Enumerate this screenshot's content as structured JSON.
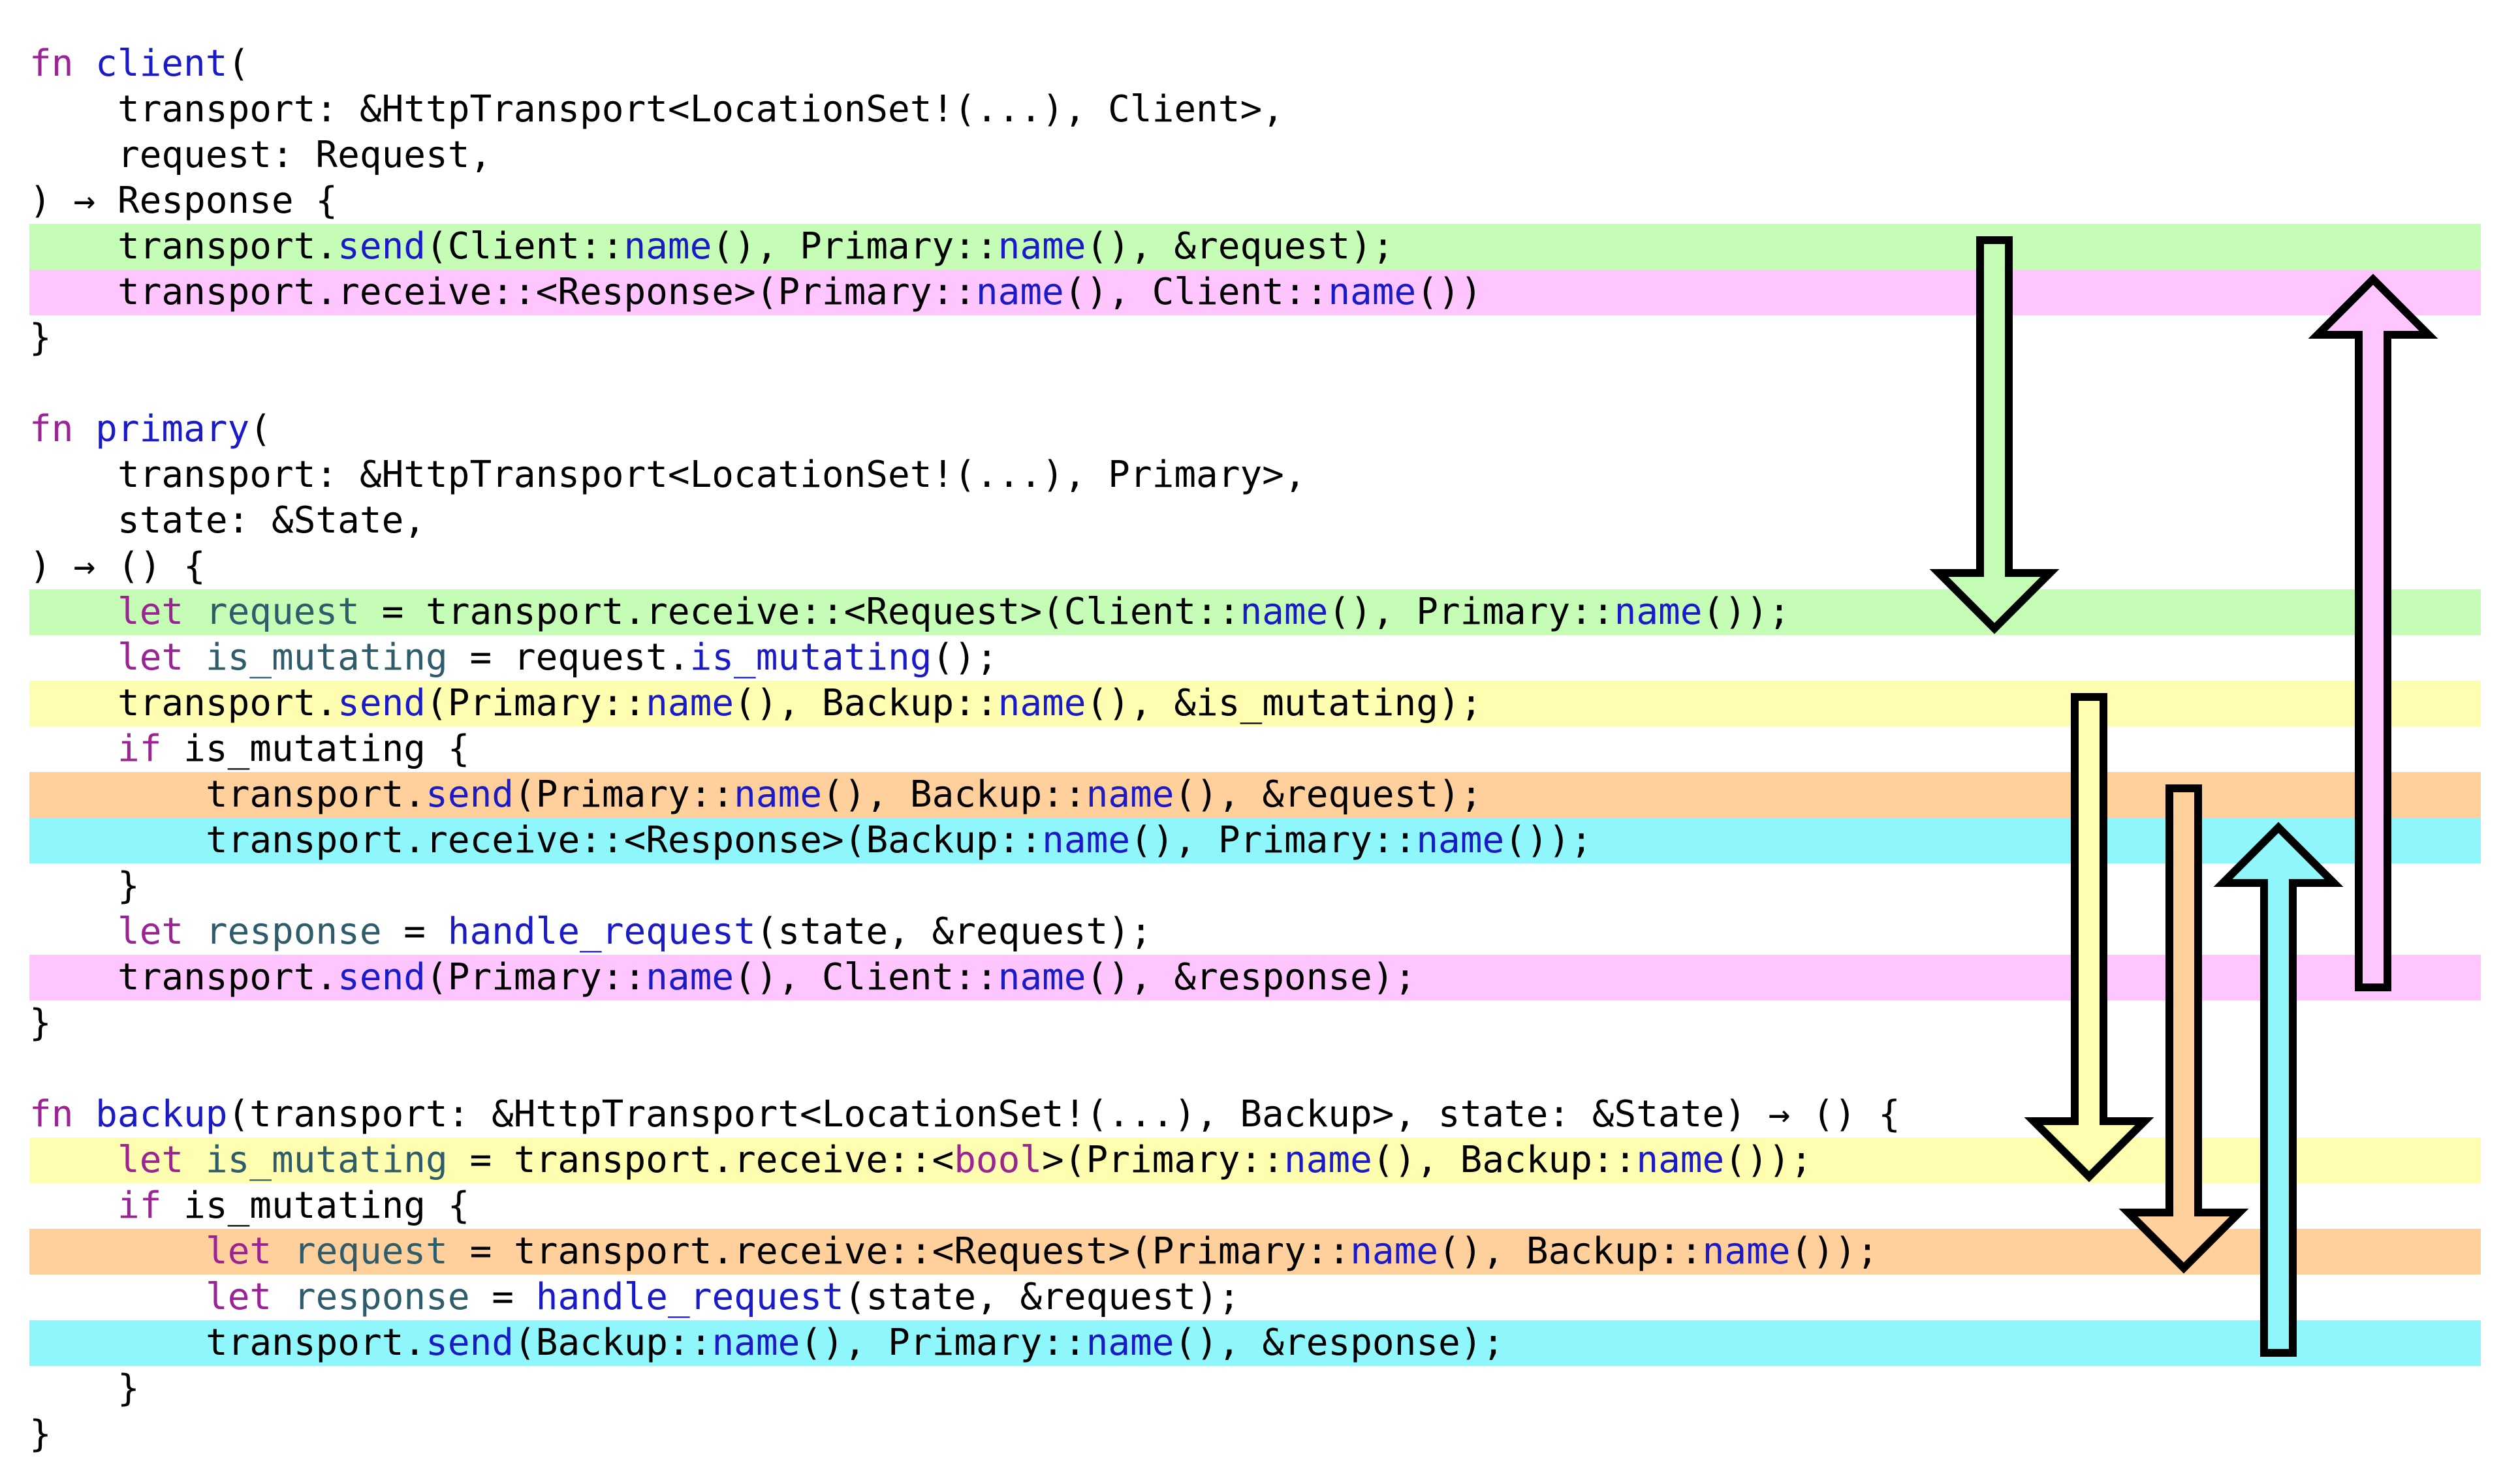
{
  "colors": {
    "keyword": "#9b2393",
    "function": "#1a1ac8",
    "variable": "#2f5c6a",
    "plain": "#000000",
    "highlight_green": "#c5fdb7",
    "highlight_pink": "#ffc5ff",
    "highlight_yellow": "#fffeb0",
    "highlight_orange": "#ffcf9c",
    "highlight_cyan": "#8ff6fb"
  },
  "lines": [
    {
      "indent": 0,
      "bg": "",
      "tokens": [
        [
          "kw",
          "fn "
        ],
        [
          "fn",
          "client"
        ],
        [
          "p",
          "("
        ]
      ]
    },
    {
      "indent": 1,
      "bg": "",
      "tokens": [
        [
          "p",
          "transport: &HttpTransport<LocationSet!(...), Client>,"
        ]
      ]
    },
    {
      "indent": 1,
      "bg": "",
      "tokens": [
        [
          "p",
          "request: Request,"
        ]
      ]
    },
    {
      "indent": 0,
      "bg": "",
      "tokens": [
        [
          "p",
          ") → Response {"
        ]
      ]
    },
    {
      "indent": 1,
      "bg": "green",
      "tokens": [
        [
          "p",
          "transport."
        ],
        [
          "fn",
          "send"
        ],
        [
          "p",
          "(Client::"
        ],
        [
          "fn",
          "name"
        ],
        [
          "p",
          "(), Primary::"
        ],
        [
          "fn",
          "name"
        ],
        [
          "p",
          "(), &request);"
        ]
      ]
    },
    {
      "indent": 1,
      "bg": "pink",
      "tokens": [
        [
          "p",
          "transport.receive::<Response>(Primary::"
        ],
        [
          "fn",
          "name"
        ],
        [
          "p",
          "(), Client::"
        ],
        [
          "fn",
          "name"
        ],
        [
          "p",
          "())"
        ]
      ]
    },
    {
      "indent": 0,
      "bg": "",
      "tokens": [
        [
          "p",
          "}"
        ]
      ]
    },
    {
      "indent": 0,
      "bg": "",
      "tokens": []
    },
    {
      "indent": 0,
      "bg": "",
      "tokens": [
        [
          "kw",
          "fn "
        ],
        [
          "fn",
          "primary"
        ],
        [
          "p",
          "("
        ]
      ]
    },
    {
      "indent": 1,
      "bg": "",
      "tokens": [
        [
          "p",
          "transport: &HttpTransport<LocationSet!(...), Primary>,"
        ]
      ]
    },
    {
      "indent": 1,
      "bg": "",
      "tokens": [
        [
          "p",
          "state: &State,"
        ]
      ]
    },
    {
      "indent": 0,
      "bg": "",
      "tokens": [
        [
          "p",
          ") → () {"
        ]
      ]
    },
    {
      "indent": 1,
      "bg": "green",
      "tokens": [
        [
          "kw",
          "let "
        ],
        [
          "var",
          "request"
        ],
        [
          "p",
          " = transport.receive::<Request>(Client::"
        ],
        [
          "fn",
          "name"
        ],
        [
          "p",
          "(), Primary::"
        ],
        [
          "fn",
          "name"
        ],
        [
          "p",
          "());"
        ]
      ]
    },
    {
      "indent": 1,
      "bg": "",
      "tokens": [
        [
          "kw",
          "let "
        ],
        [
          "var",
          "is_mutating"
        ],
        [
          "p",
          " = request."
        ],
        [
          "fn",
          "is_mutating"
        ],
        [
          "p",
          "();"
        ]
      ]
    },
    {
      "indent": 1,
      "bg": "yellow",
      "tokens": [
        [
          "p",
          "transport."
        ],
        [
          "fn",
          "send"
        ],
        [
          "p",
          "(Primary::"
        ],
        [
          "fn",
          "name"
        ],
        [
          "p",
          "(), Backup::"
        ],
        [
          "fn",
          "name"
        ],
        [
          "p",
          "(), &is_mutating);"
        ]
      ]
    },
    {
      "indent": 1,
      "bg": "",
      "tokens": [
        [
          "kw",
          "if "
        ],
        [
          "p",
          "is_mutating {"
        ]
      ]
    },
    {
      "indent": 2,
      "bg": "orange",
      "tokens": [
        [
          "p",
          "transport."
        ],
        [
          "fn",
          "send"
        ],
        [
          "p",
          "(Primary::"
        ],
        [
          "fn",
          "name"
        ],
        [
          "p",
          "(), Backup::"
        ],
        [
          "fn",
          "name"
        ],
        [
          "p",
          "(), &request);"
        ]
      ]
    },
    {
      "indent": 2,
      "bg": "cyan",
      "tokens": [
        [
          "p",
          "transport.receive::<Response>(Backup::"
        ],
        [
          "fn",
          "name"
        ],
        [
          "p",
          "(), Primary::"
        ],
        [
          "fn",
          "name"
        ],
        [
          "p",
          "());"
        ]
      ]
    },
    {
      "indent": 1,
      "bg": "",
      "tokens": [
        [
          "p",
          "}"
        ]
      ]
    },
    {
      "indent": 1,
      "bg": "",
      "tokens": [
        [
          "kw",
          "let "
        ],
        [
          "var",
          "response"
        ],
        [
          "p",
          " = "
        ],
        [
          "fn",
          "handle_request"
        ],
        [
          "p",
          "(state, &request);"
        ]
      ]
    },
    {
      "indent": 1,
      "bg": "pink",
      "tokens": [
        [
          "p",
          "transport."
        ],
        [
          "fn",
          "send"
        ],
        [
          "p",
          "(Primary::"
        ],
        [
          "fn",
          "name"
        ],
        [
          "p",
          "(), Client::"
        ],
        [
          "fn",
          "name"
        ],
        [
          "p",
          "(), &response);"
        ]
      ]
    },
    {
      "indent": 0,
      "bg": "",
      "tokens": [
        [
          "p",
          "}"
        ]
      ]
    },
    {
      "indent": 0,
      "bg": "",
      "tokens": []
    },
    {
      "indent": 0,
      "bg": "",
      "tokens": [
        [
          "kw",
          "fn "
        ],
        [
          "fn",
          "backup"
        ],
        [
          "p",
          "(transport: &HttpTransport<LocationSet!(...), Backup>, state: &State) → () {"
        ]
      ]
    },
    {
      "indent": 1,
      "bg": "yellow",
      "tokens": [
        [
          "kw",
          "let "
        ],
        [
          "var",
          "is_mutating"
        ],
        [
          "p",
          " = transport.receive::<"
        ],
        [
          "kw",
          "bool"
        ],
        [
          "p",
          ">(Primary::"
        ],
        [
          "fn",
          "name"
        ],
        [
          "p",
          "(), Backup::"
        ],
        [
          "fn",
          "name"
        ],
        [
          "p",
          "());"
        ]
      ]
    },
    {
      "indent": 1,
      "bg": "",
      "tokens": [
        [
          "kw",
          "if "
        ],
        [
          "p",
          "is_mutating {"
        ]
      ]
    },
    {
      "indent": 2,
      "bg": "orange",
      "tokens": [
        [
          "kw",
          "let "
        ],
        [
          "var",
          "request"
        ],
        [
          "p",
          " = transport.receive::<Request>(Primary::"
        ],
        [
          "fn",
          "name"
        ],
        [
          "p",
          "(), Backup::"
        ],
        [
          "fn",
          "name"
        ],
        [
          "p",
          "());"
        ]
      ]
    },
    {
      "indent": 2,
      "bg": "",
      "tokens": [
        [
          "kw",
          "let "
        ],
        [
          "var",
          "response"
        ],
        [
          "p",
          " = "
        ],
        [
          "fn",
          "handle_request"
        ],
        [
          "p",
          "(state, &request);"
        ]
      ]
    },
    {
      "indent": 2,
      "bg": "cyan",
      "tokens": [
        [
          "p",
          "transport."
        ],
        [
          "fn",
          "send"
        ],
        [
          "p",
          "(Backup::"
        ],
        [
          "fn",
          "name"
        ],
        [
          "p",
          "(), Primary::"
        ],
        [
          "fn",
          "name"
        ],
        [
          "p",
          "(), &response);"
        ]
      ]
    },
    {
      "indent": 1,
      "bg": "",
      "tokens": [
        [
          "p",
          "}"
        ]
      ]
    },
    {
      "indent": 0,
      "bg": "",
      "tokens": [
        [
          "p",
          "}"
        ]
      ]
    }
  ],
  "arrows": [
    {
      "name": "green-arrow",
      "color": "green",
      "direction": "down",
      "from_line": 4,
      "to_line": 12
    },
    {
      "name": "pink-arrow",
      "color": "pink",
      "direction": "up",
      "from_line": 20,
      "to_line": 5
    },
    {
      "name": "yellow-arrow",
      "color": "yellow",
      "direction": "down",
      "from_line": 14,
      "to_line": 24
    },
    {
      "name": "orange-arrow",
      "color": "orange",
      "direction": "down",
      "from_line": 16,
      "to_line": 26
    },
    {
      "name": "cyan-arrow",
      "color": "cyan",
      "direction": "up",
      "from_line": 28,
      "to_line": 17
    }
  ]
}
